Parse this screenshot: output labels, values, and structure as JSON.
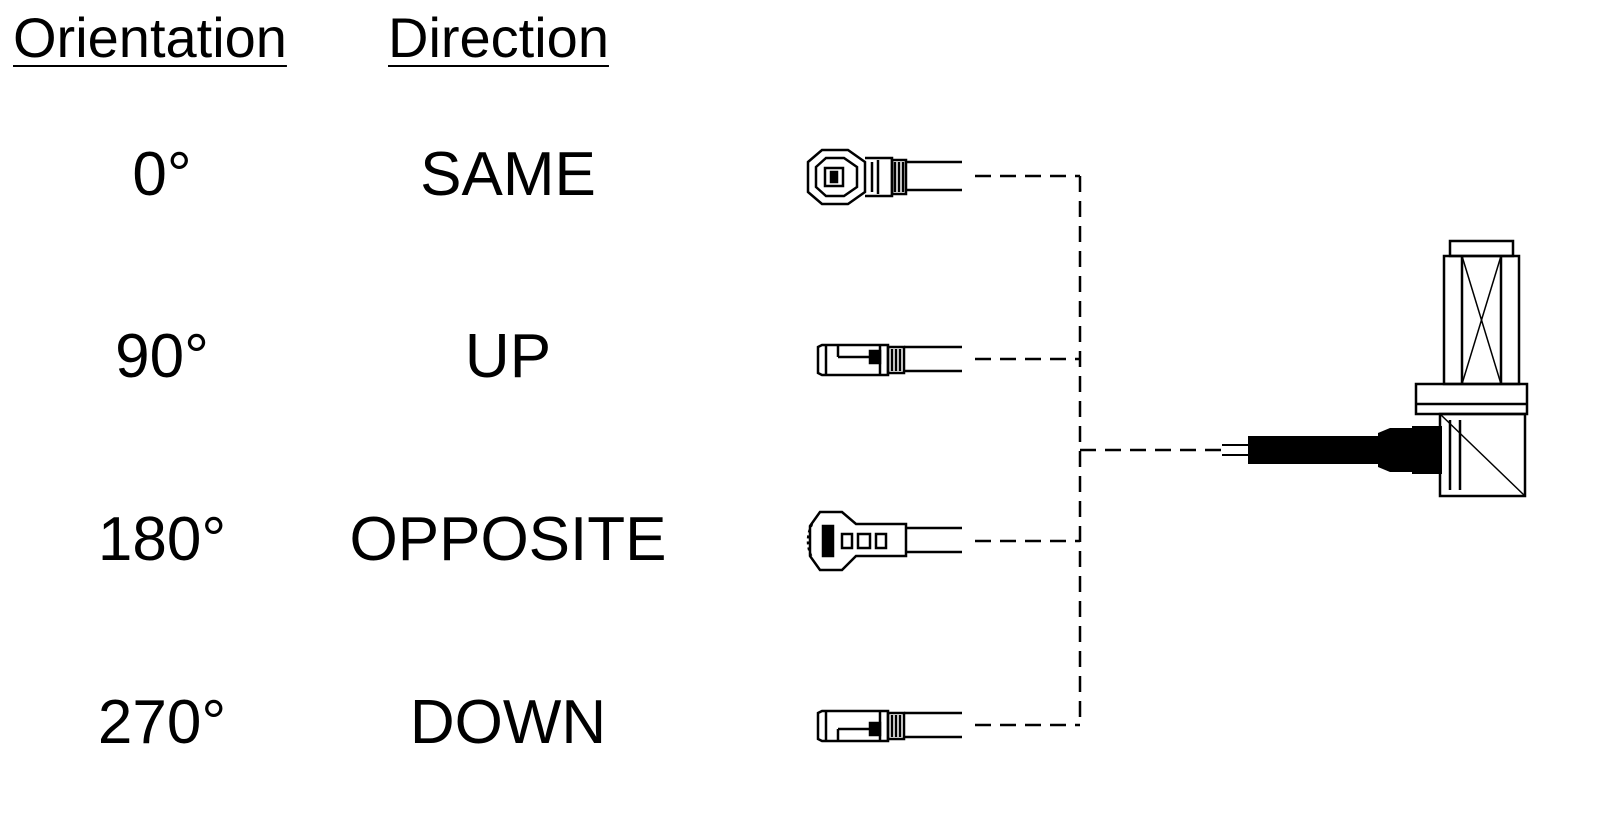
{
  "headers": {
    "orientation": "Orientation",
    "direction": "Direction"
  },
  "rows": [
    {
      "orientation": "0°",
      "direction": "SAME",
      "connector_view": "front-face"
    },
    {
      "orientation": "90°",
      "direction": "UP",
      "connector_view": "side-top"
    },
    {
      "orientation": "180°",
      "direction": "OPPOSITE",
      "connector_view": "rear-face"
    },
    {
      "orientation": "270°",
      "direction": "DOWN",
      "connector_view": "side-bottom"
    }
  ],
  "colors": {
    "line": "#000000",
    "background": "#ffffff"
  }
}
